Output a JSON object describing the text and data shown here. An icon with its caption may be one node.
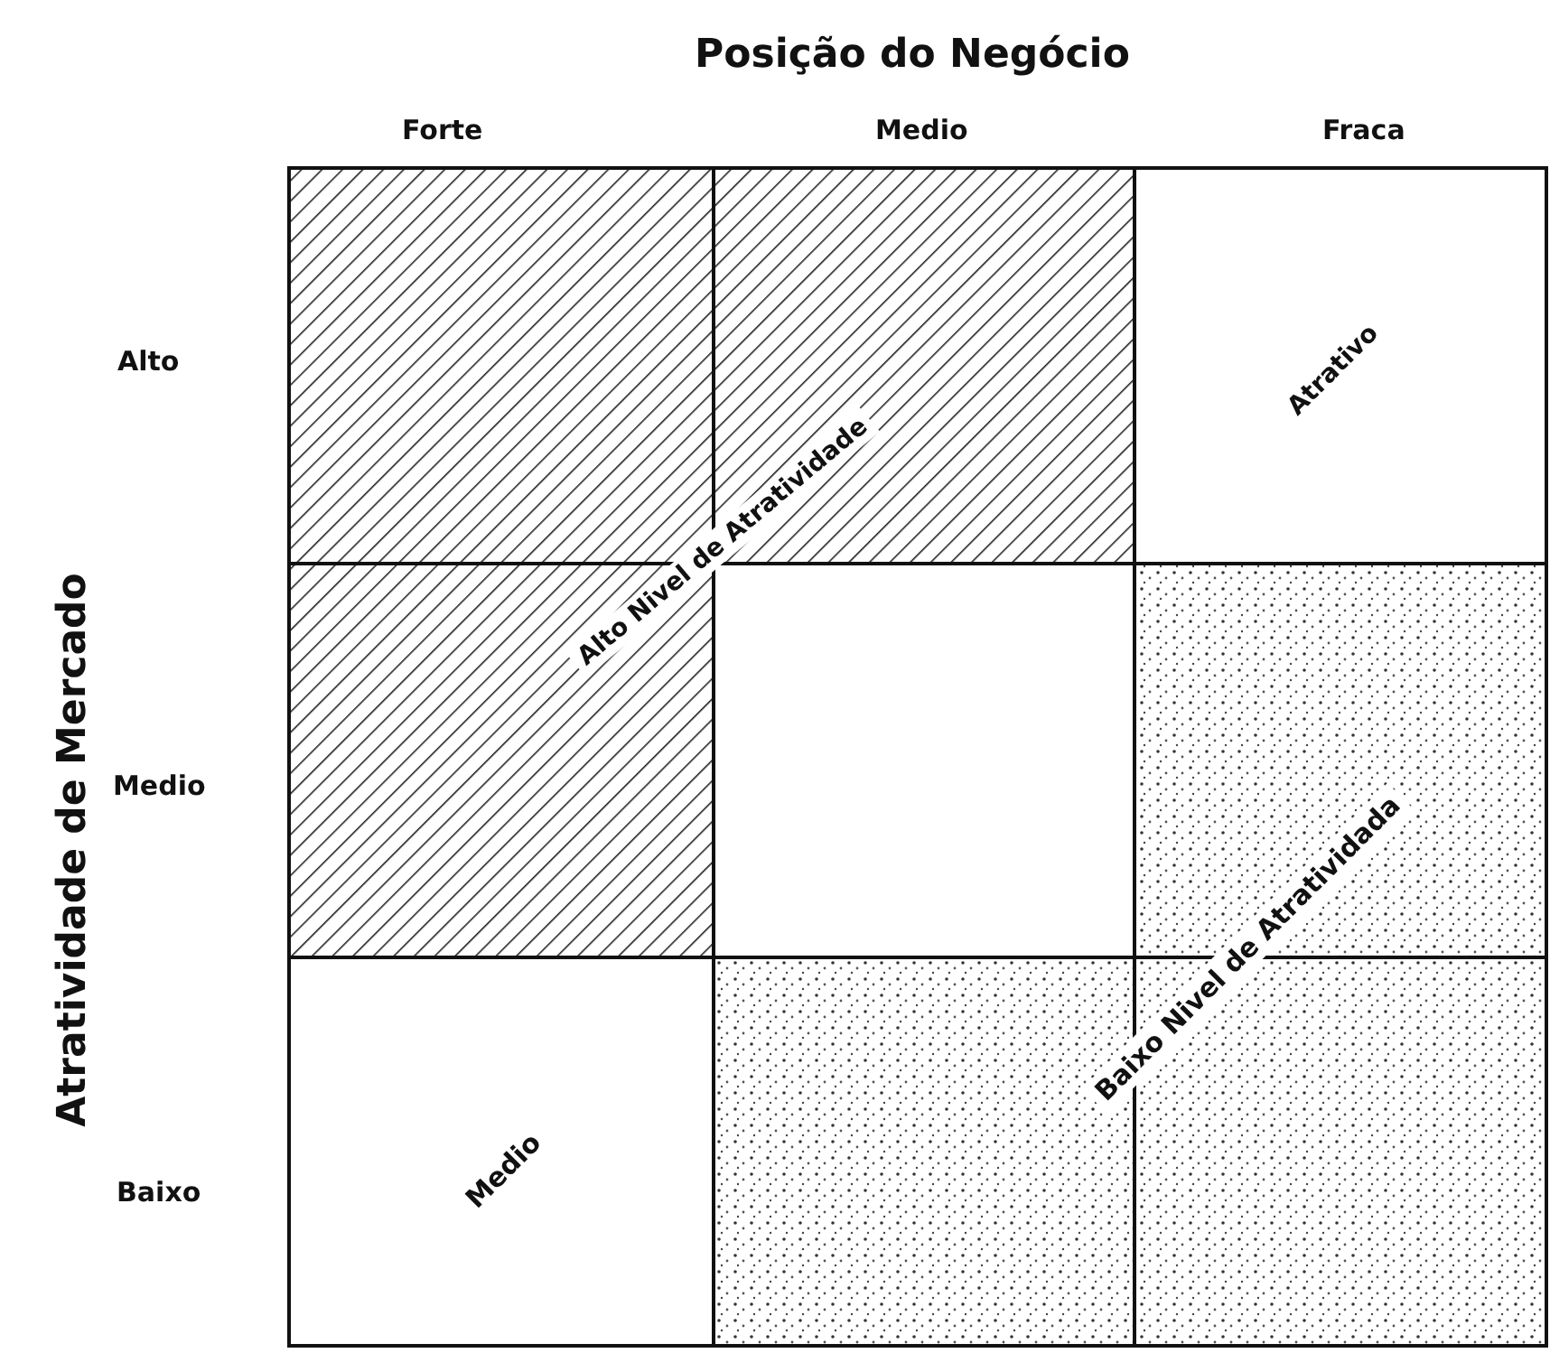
{
  "diagram": {
    "labels": [
      "Posição do Negócio",
      "Forte",
      "Medio",
      "Fraca",
      "Atratividade de Mercado",
      "Alto",
      "Medio",
      "Baixo",
      "Alto Nivel de Atratividade",
      "Atrativo",
      "Baixo Nivel de Atratividada",
      "Medio"
    ]
  }
}
